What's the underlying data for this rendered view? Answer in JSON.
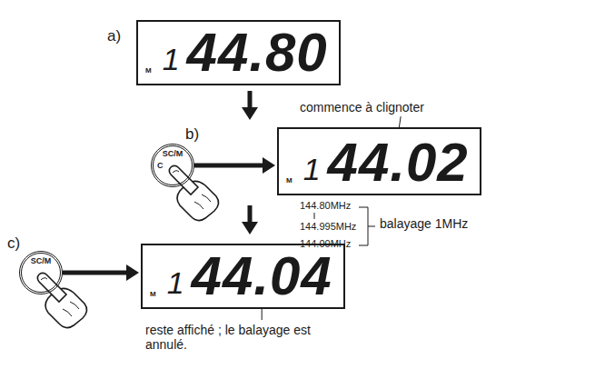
{
  "diagram": {
    "nodes": [
      {
        "text": [
          "M",
          "1",
          "44.80"
        ]
      },
      {
        "text": [
          "SC/M",
          "C"
        ]
      },
      {
        "text": [
          "M",
          "1",
          "44.02"
        ]
      },
      {
        "text": [
          "SC/M"
        ]
      },
      {
        "text": [
          "M",
          "1",
          "44.04"
        ]
      }
    ],
    "edges": [
      {
        "from": 1,
        "to": 2,
        "arrow": "to"
      },
      {
        "from": 3,
        "to": 4,
        "arrow": "to"
      }
    ],
    "labels": [
      "a)",
      "b)",
      "commence à clignoter",
      "144.80MHz",
      "144.995MHz",
      "144.00MHz",
      "balayage 1MHz",
      "c)",
      "reste affiché ; le balayage est annulé."
    ]
  }
}
